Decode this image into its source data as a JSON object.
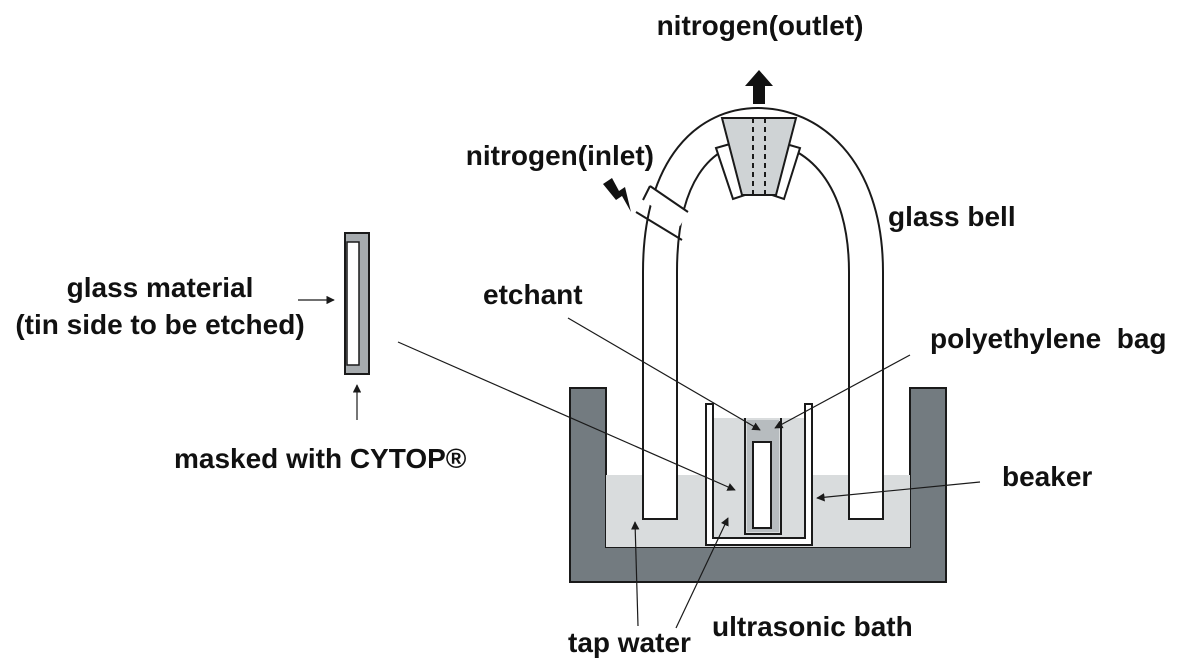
{
  "labels": {
    "nitrogen_outlet": "nitrogen(outlet)",
    "nitrogen_inlet": "nitrogen(inlet)",
    "glass_bell": "glass bell",
    "glass_material_line1": "glass material",
    "glass_material_line2": "(tin side to be etched)",
    "etchant": "etchant",
    "polyethylene_bag": "polyethylene  bag",
    "masked_with": "masked with CYTOP®",
    "beaker": "beaker",
    "ultrasonic_bath": "ultrasonic bath",
    "tap_water": "tap water"
  },
  "colors": {
    "bath_wall": "#737b80",
    "liquid": "#d9dcdd",
    "outline": "#1a1a1a",
    "white": "#ffffff"
  }
}
